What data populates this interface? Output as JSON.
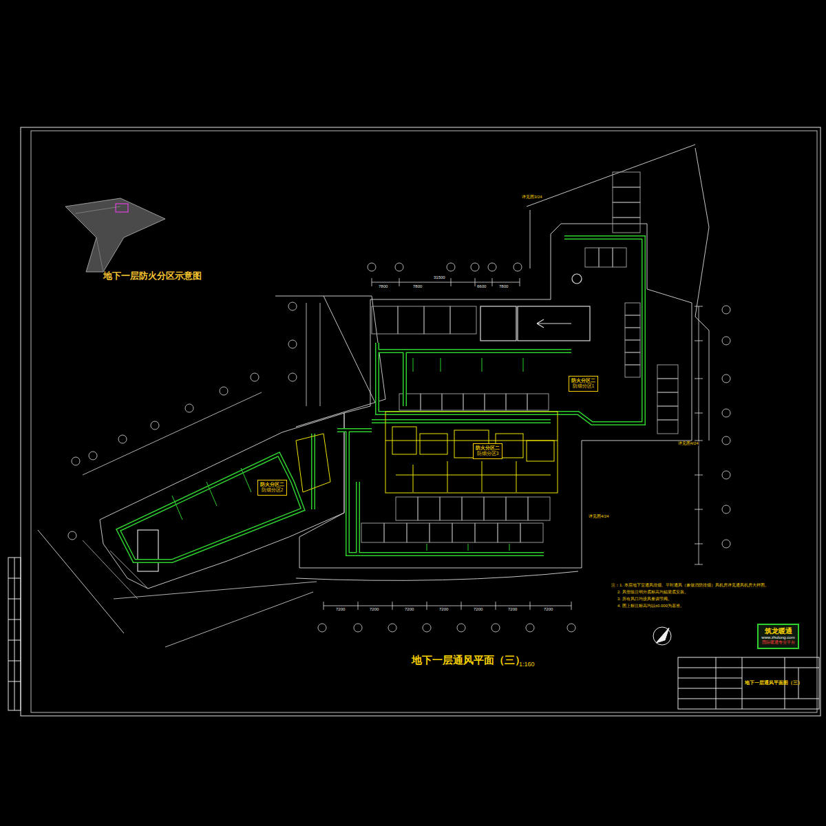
{
  "diagram": {
    "title": "地下一层通风平面（三）",
    "nodes": [
      {
        "text": [
          "地下一层通风平面图（三）"
        ]
      },
      {
        "text": [
          "筑龙暖通",
          "www.zhulong.com",
          "国际暖通专业平台"
        ]
      },
      {
        "text": [
          "防火分区二",
          "防烟分区1"
        ]
      },
      {
        "text": [
          "防火分区二",
          "防烟分区2"
        ]
      },
      {
        "text": [
          "防火分区二",
          "防烟分区3"
        ]
      }
    ],
    "labels": [
      "地下一层防火分区示意图",
      "1:160",
      "详见图3/24",
      "详见图4/24",
      "详见图4/24",
      "7800",
      "7800",
      "31500",
      "6600",
      "7800",
      "7200",
      "7200",
      "7200",
      "7200",
      "7200",
      "7200",
      "7200",
      "注：1. 本层地下室通风排烟、平时通风（兼做消防排烟）风机房详见通风机房大样图。",
      "2. 风管除注明外底标高均贴梁底安装。",
      "3. 所有风口均设风量调节阀。",
      "4. 图上标注标高均以±0.000为基准。"
    ]
  }
}
